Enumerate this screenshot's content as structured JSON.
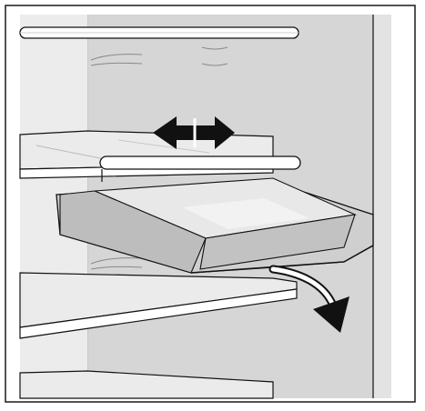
{
  "figure": {
    "content": "fridge-interior-sliding-drawer-instruction",
    "text": []
  },
  "colors": {
    "background": "#ffffff",
    "frame_border": "#1a1a1a",
    "fridge_wall": "#e2e2e2",
    "fridge_wall_back": "#d4d4d4",
    "shelf_glass": "#ebebeb",
    "shelf_edge": "#ffffff",
    "drawer_fill": "#d2d2d2",
    "drawer_inner": "#e6e6e6",
    "line": "#111111",
    "arrow": "#111111"
  },
  "annotations": {
    "horizontal_arrow": "double-headed-left-right-arrow",
    "pull_out_arrow": "curved-downward-arrow"
  }
}
